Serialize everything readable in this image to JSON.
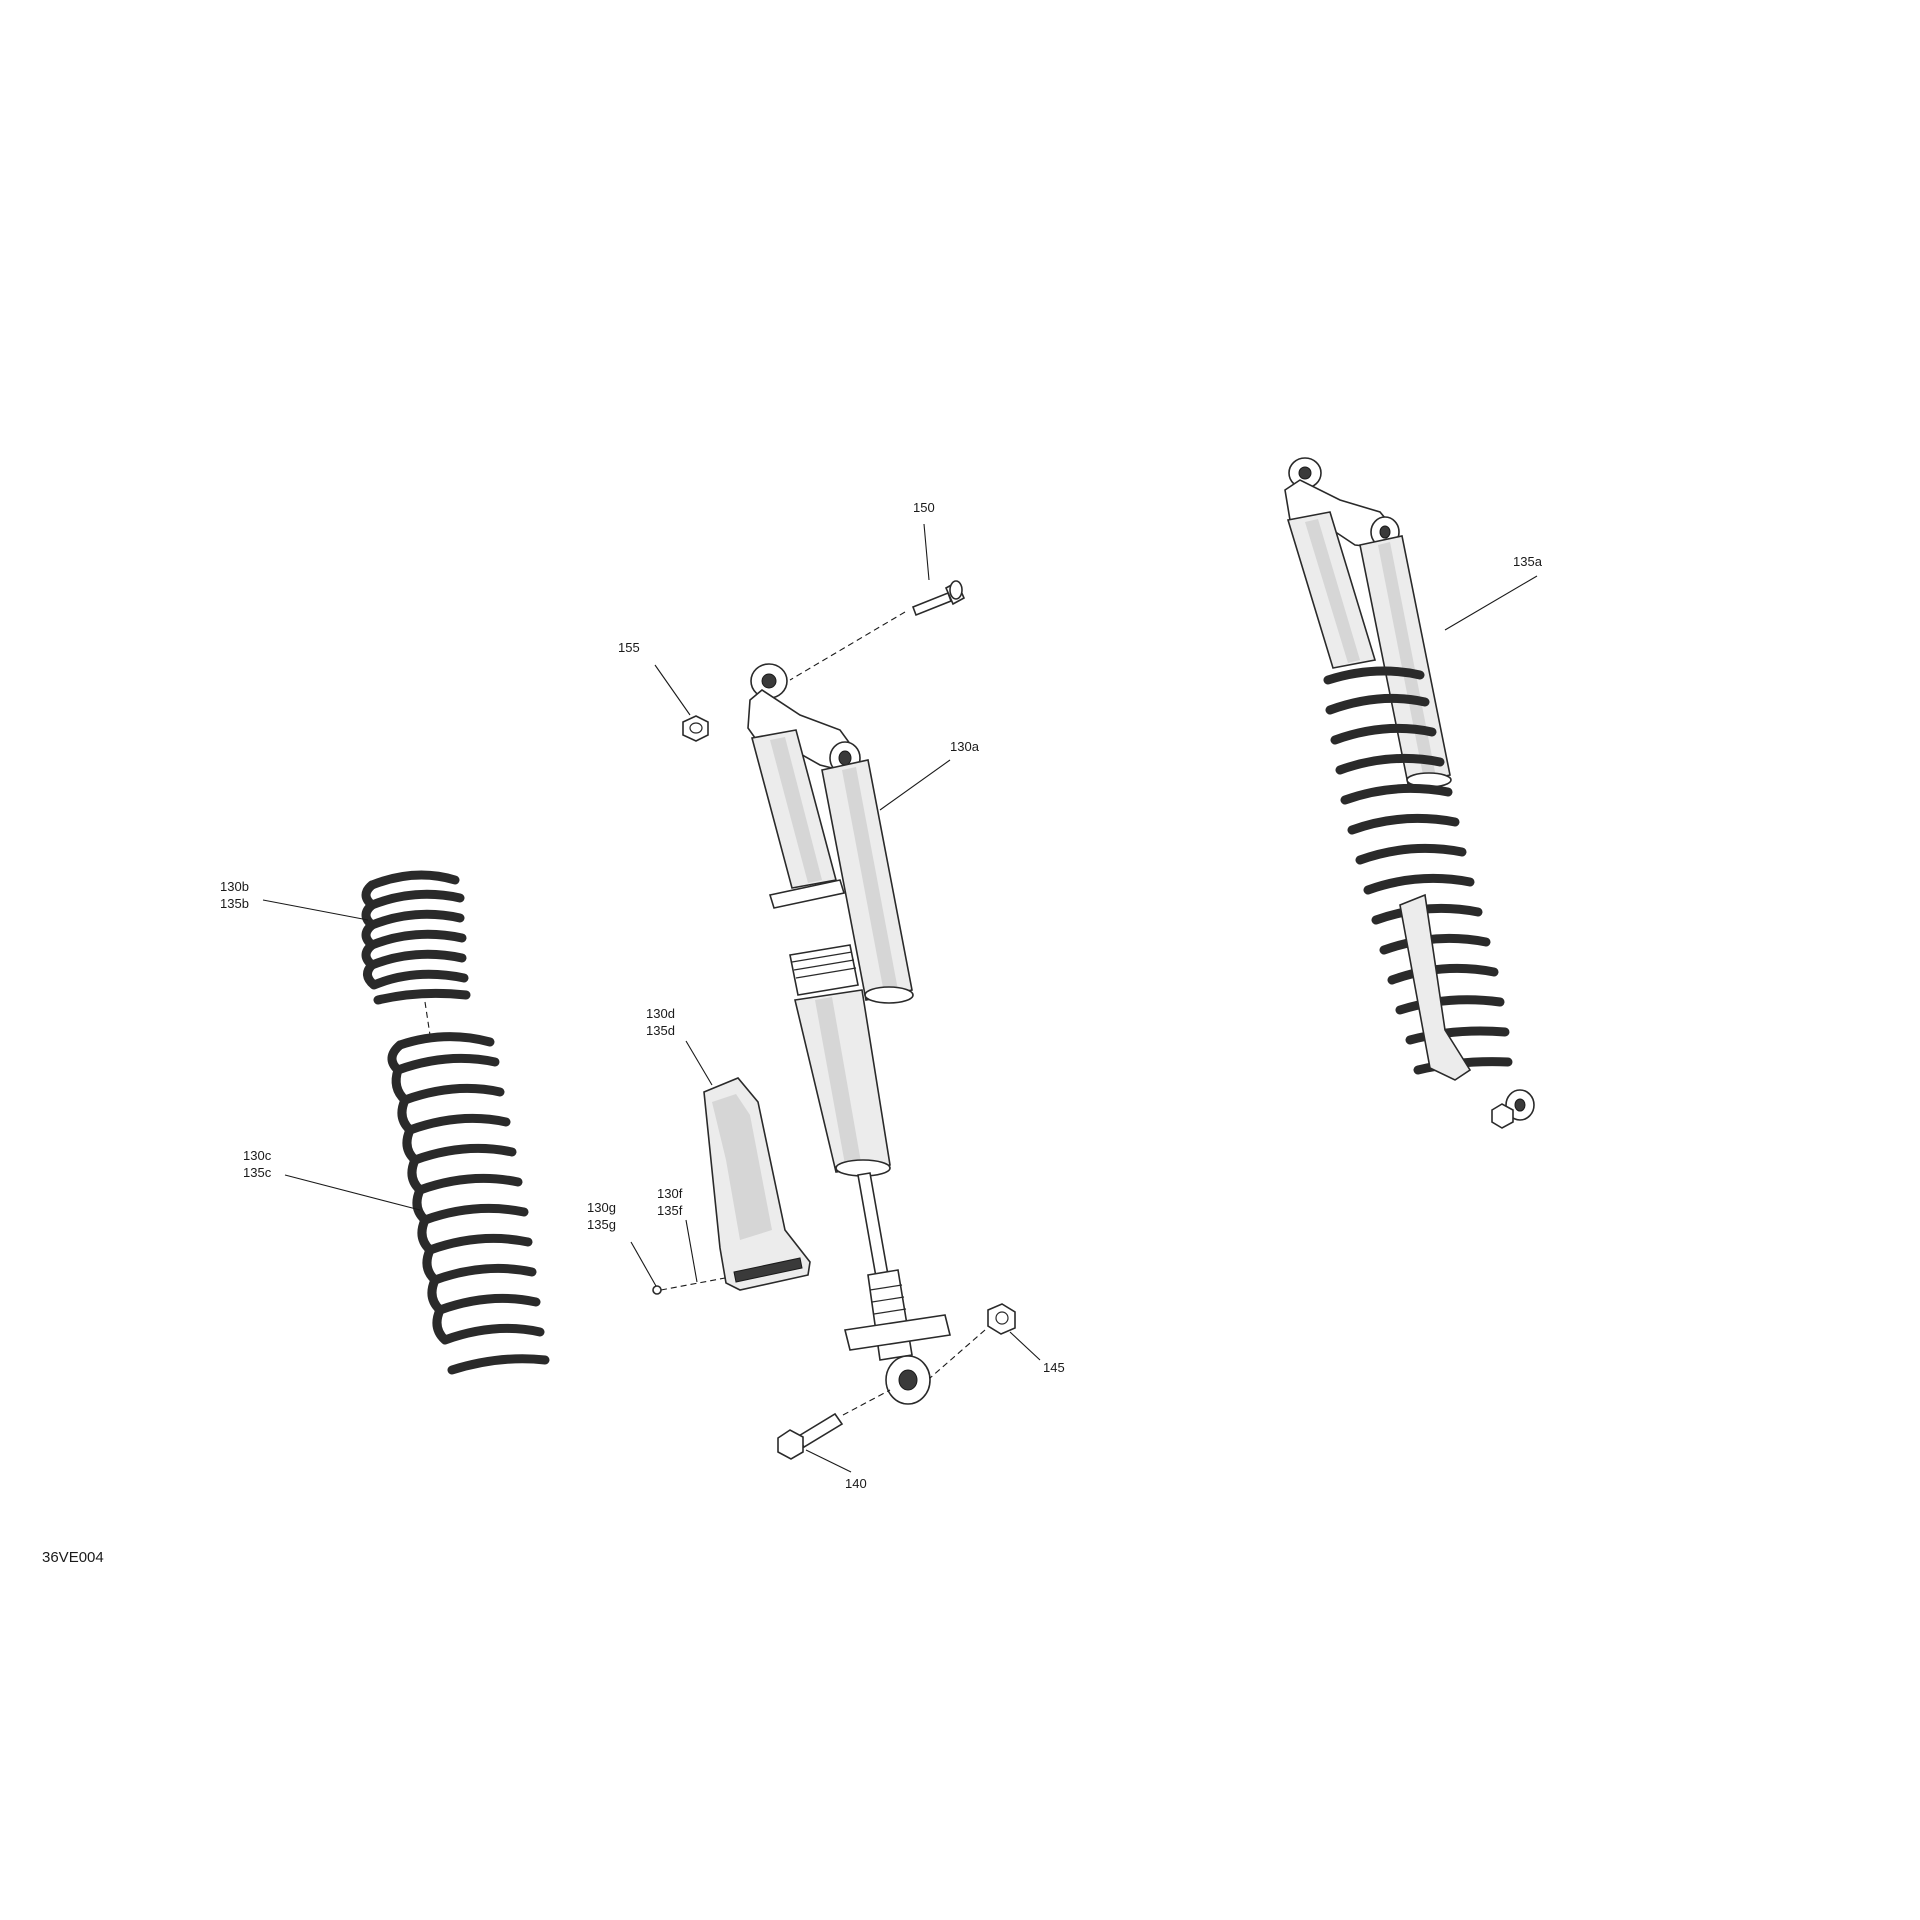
{
  "diagram": {
    "reference_code": "36VE004",
    "callouts": {
      "p150": "150",
      "p155": "155",
      "p130a": "130a",
      "p135a": "135a",
      "p130b": "130b",
      "p135b": "135b",
      "p130c": "130c",
      "p135c": "135c",
      "p130d": "130d",
      "p135d": "135d",
      "p130f": "130f",
      "p135f": "135f",
      "p130g": "130g",
      "p135g": "135g",
      "p145": "145",
      "p140": "140"
    }
  }
}
